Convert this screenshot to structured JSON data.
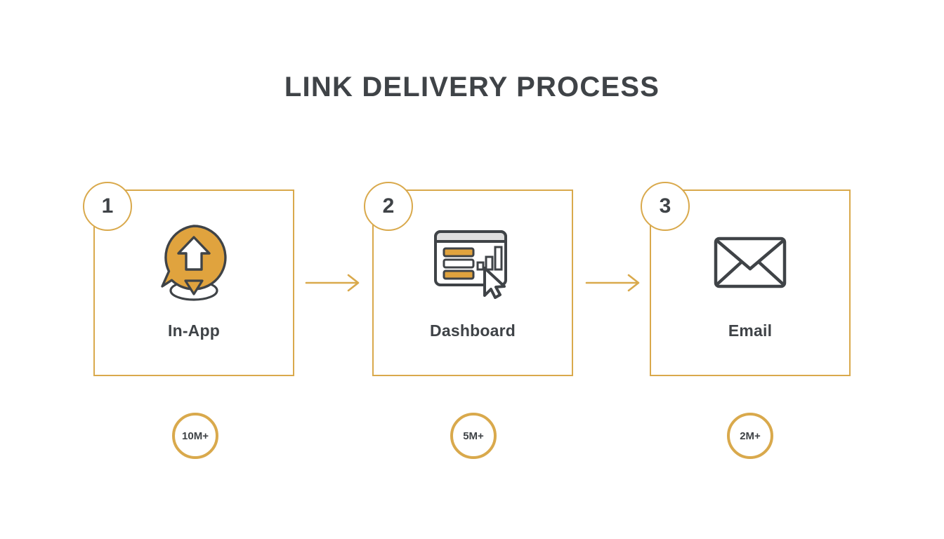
{
  "page": {
    "title": "LINK DELIVERY PROCESS",
    "background_color": "#ffffff"
  },
  "theme": {
    "gold": "#d9a94c",
    "orange_fill": "#e0a33e",
    "ink": "#3f4347",
    "white": "#ffffff"
  },
  "steps": [
    {
      "number": "1",
      "label": "In-App",
      "icon": "speech-bubble-upload-pin-icon",
      "stat": "10M+"
    },
    {
      "number": "2",
      "label": "Dashboard",
      "icon": "dashboard-window-cursor-icon",
      "stat": "5M+"
    },
    {
      "number": "3",
      "label": "Email",
      "icon": "envelope-icon",
      "stat": "2M+"
    }
  ],
  "connectors": [
    {
      "name": "arrow-step1-to-step2",
      "direction": "right"
    },
    {
      "name": "arrow-step2-to-step3",
      "direction": "right"
    }
  ]
}
